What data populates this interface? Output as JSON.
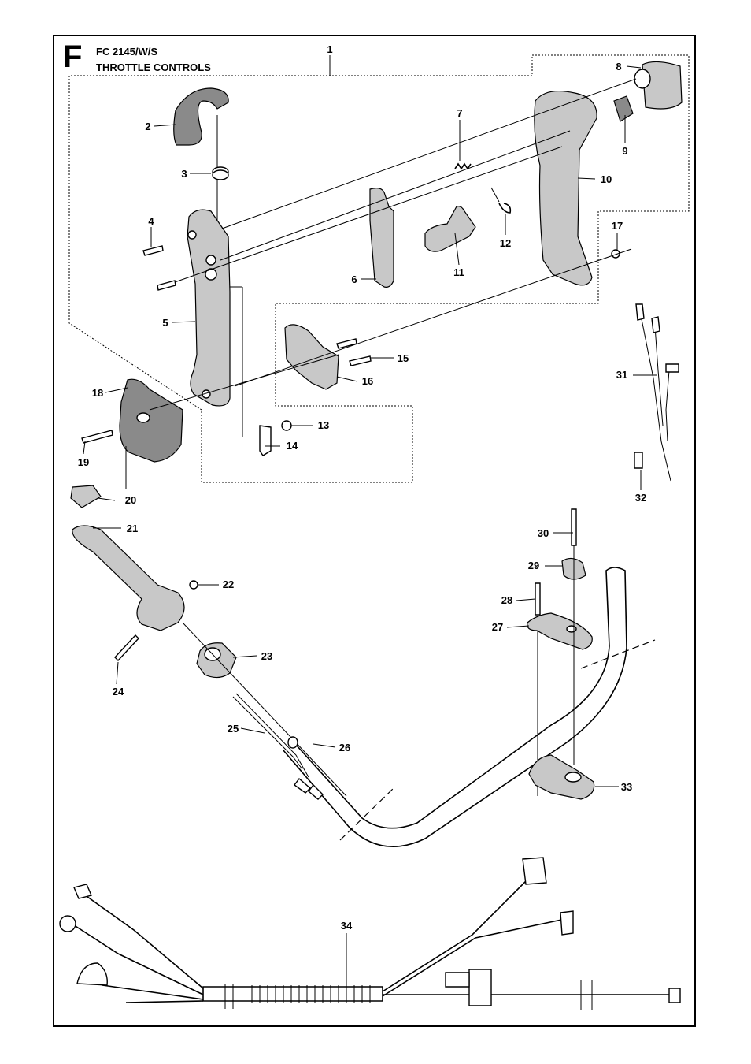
{
  "section_letter": "F",
  "model": "FC 2145/W/S",
  "title": "THROTTLE CONTROLS",
  "callouts": [
    "1",
    "2",
    "3",
    "4",
    "5",
    "6",
    "7",
    "8",
    "9",
    "10",
    "11",
    "12",
    "13",
    "14",
    "15",
    "16",
    "17",
    "18",
    "19",
    "20",
    "21",
    "22",
    "23",
    "24",
    "25",
    "26",
    "27",
    "28",
    "29",
    "30",
    "31",
    "32",
    "33",
    "34"
  ]
}
